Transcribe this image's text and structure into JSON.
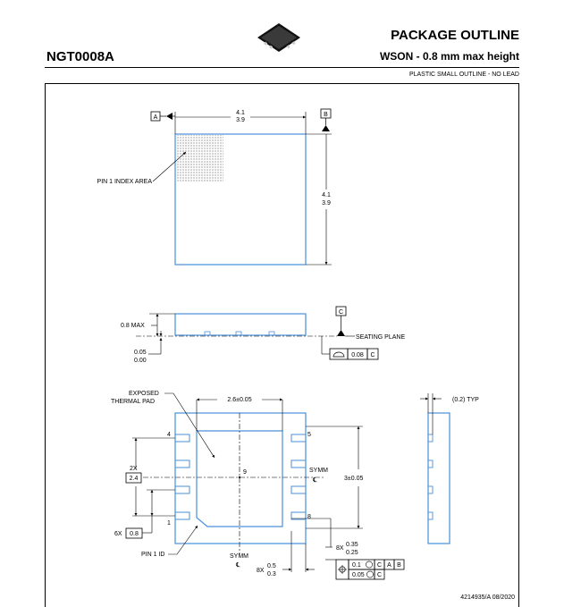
{
  "header": {
    "code": "NGT0008A",
    "title": "PACKAGE OUTLINE",
    "subtitle": "WSON - 0.8 mm max height",
    "description": "PLASTIC SMALL OUTLINE - NO LEAD"
  },
  "top_view": {
    "datum_a": "A",
    "datum_b": "B",
    "width_max": "4.1",
    "width_min": "3.9",
    "height_max": "4.1",
    "height_min": "3.9",
    "pin1_label": "PIN 1 INDEX AREA"
  },
  "side_view": {
    "datum_c": "C",
    "max_height": "0.8 MAX",
    "standoff_max": "0.05",
    "standoff_min": "0.00",
    "seating_plane": "SEATING PLANE",
    "flatness_value": "0.08",
    "flatness_datum": "C"
  },
  "bottom_view": {
    "exposed_pad_line1": "EXPOSED",
    "exposed_pad_line2": "THERMAL PAD",
    "pad_width": "2.6±0.05",
    "pin_4": "4",
    "pin_5": "5",
    "pin_1": "1",
    "pin_8": "8",
    "pad_number": "9",
    "pitch_count": "2X",
    "pitch_value": "2.4",
    "symm_right": "SYMM",
    "pad_length": "3±0.05",
    "pitch_count_6x": "6X",
    "pitch_6x_value": "0.8",
    "pin1_id": "PIN 1 ID",
    "symm_bottom": "SYMM",
    "lead_len_count": "8X",
    "lead_len_max": "0.35",
    "lead_len_min": "0.25",
    "lead_w_count": "8X",
    "lead_w_max": "0.5",
    "lead_w_min": "0.3",
    "tol_1_value": "0.1",
    "tol_1_ref_a": "C",
    "tol_1_ref_b": "A",
    "tol_1_ref_c": "B",
    "tol_2_value": "0.05",
    "tol_2_ref": "C",
    "symm_glyph": "℄"
  },
  "end_view": {
    "lead_thickness": "(0.2) TYP"
  },
  "footer": "4214935/A  08/2020"
}
